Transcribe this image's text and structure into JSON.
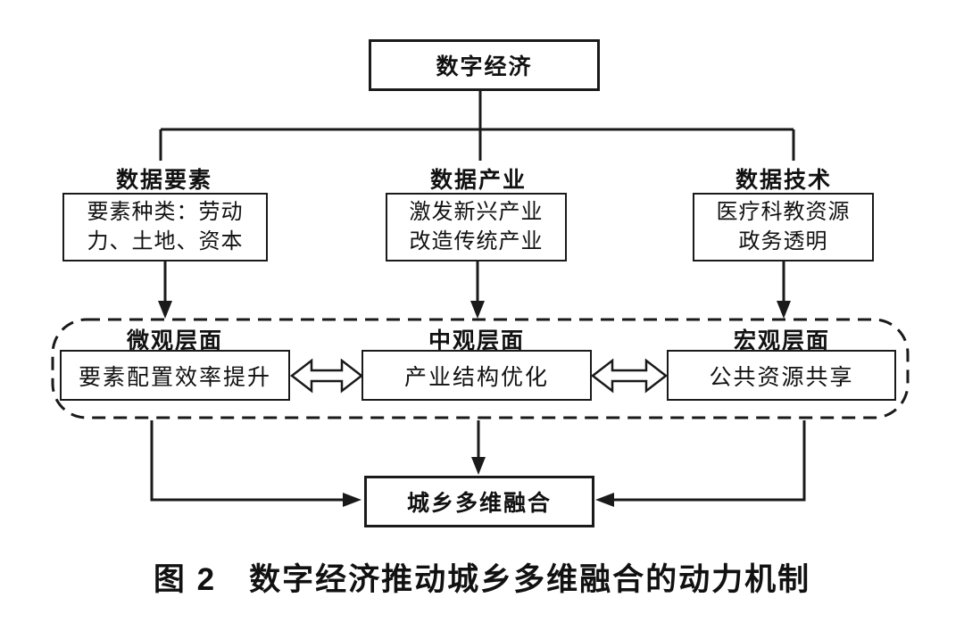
{
  "colors": {
    "ink": "#1a1a1a",
    "background": "#ffffff"
  },
  "diagram": {
    "root": {
      "label": "数字经济"
    },
    "branches": [
      {
        "header": "数据要素",
        "line1": "要素种类：劳动",
        "line2": "力、土地、资本"
      },
      {
        "header": "数据产业",
        "line1": "激发新兴产业",
        "line2": "改造传统产业"
      },
      {
        "header": "数据技术",
        "line1": "医疗科教资源",
        "line2": "政务透明"
      }
    ],
    "levels": [
      {
        "header": "微观层面",
        "label": "要素配置效率提升"
      },
      {
        "header": "中观层面",
        "label": "产业结构优化"
      },
      {
        "header": "宏观层面",
        "label": "公共资源共享"
      }
    ],
    "outcome": {
      "label": "城乡多维融合"
    },
    "caption": "图 2　数字经济推动城乡多维融合的动力机制"
  }
}
